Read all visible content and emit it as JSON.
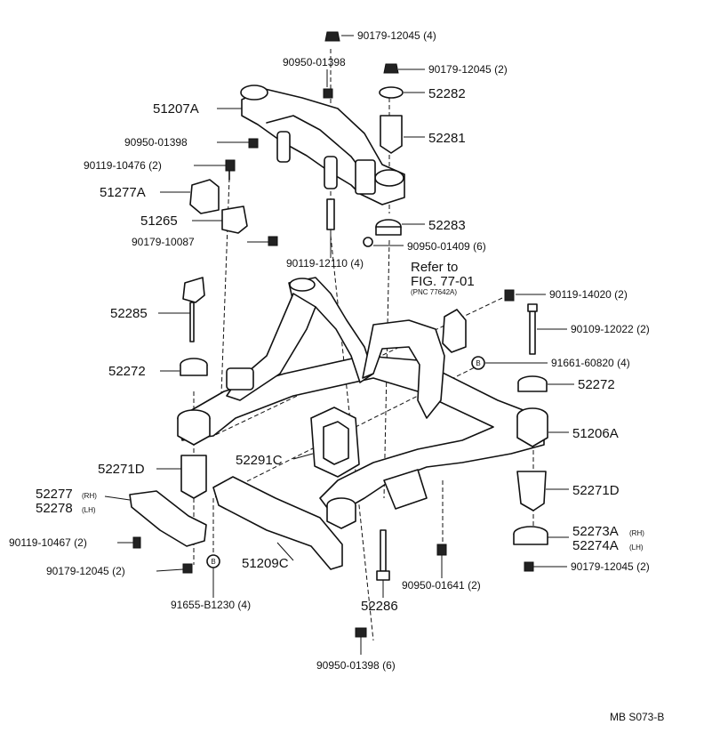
{
  "diagram": {
    "footer": "MB S073-B",
    "refer_note": {
      "line1": "Refer to",
      "line2": "FIG. 77-01",
      "line3": "(PNC 77642A)"
    },
    "callout_letter": "B",
    "labels": {
      "l01": "90179-12045 (4)",
      "l02": "90950-01398",
      "l03": "90179-12045 (2)",
      "l04": "52282",
      "l05": "51207A",
      "l06": "52281",
      "l07": "90950-01398",
      "l08": "90119-10476 (2)",
      "l09": "51277A",
      "l10": "51265",
      "l11": "52283",
      "l12": "90179-10087",
      "l13": "90950-01409 (6)",
      "l14": "90119-12110 (4)",
      "l15": "90119-14020 (2)",
      "l16": "52285",
      "l17": "90109-12022 (2)",
      "l18": "52272",
      "l19": "91661-60820 (4)",
      "l20": "52272",
      "l21": "51206A",
      "l22": "52271D",
      "l23": "52291C",
      "l24": "52271D",
      "l25": "52277",
      "l25s": "(RH)",
      "l26": "52278",
      "l26s": "(LH)",
      "l27": "52273A",
      "l27s": "(RH)",
      "l28": "52274A",
      "l28s": "(LH)",
      "l29": "90119-10467 (2)",
      "l30": "90179-12045 (2)",
      "l31": "51209C",
      "l32": "90950-01641 (2)",
      "l33": "90179-12045 (2)",
      "l34": "91655-B1230 (4)",
      "l35": "52286",
      "l36": "90950-01398 (6)"
    }
  }
}
